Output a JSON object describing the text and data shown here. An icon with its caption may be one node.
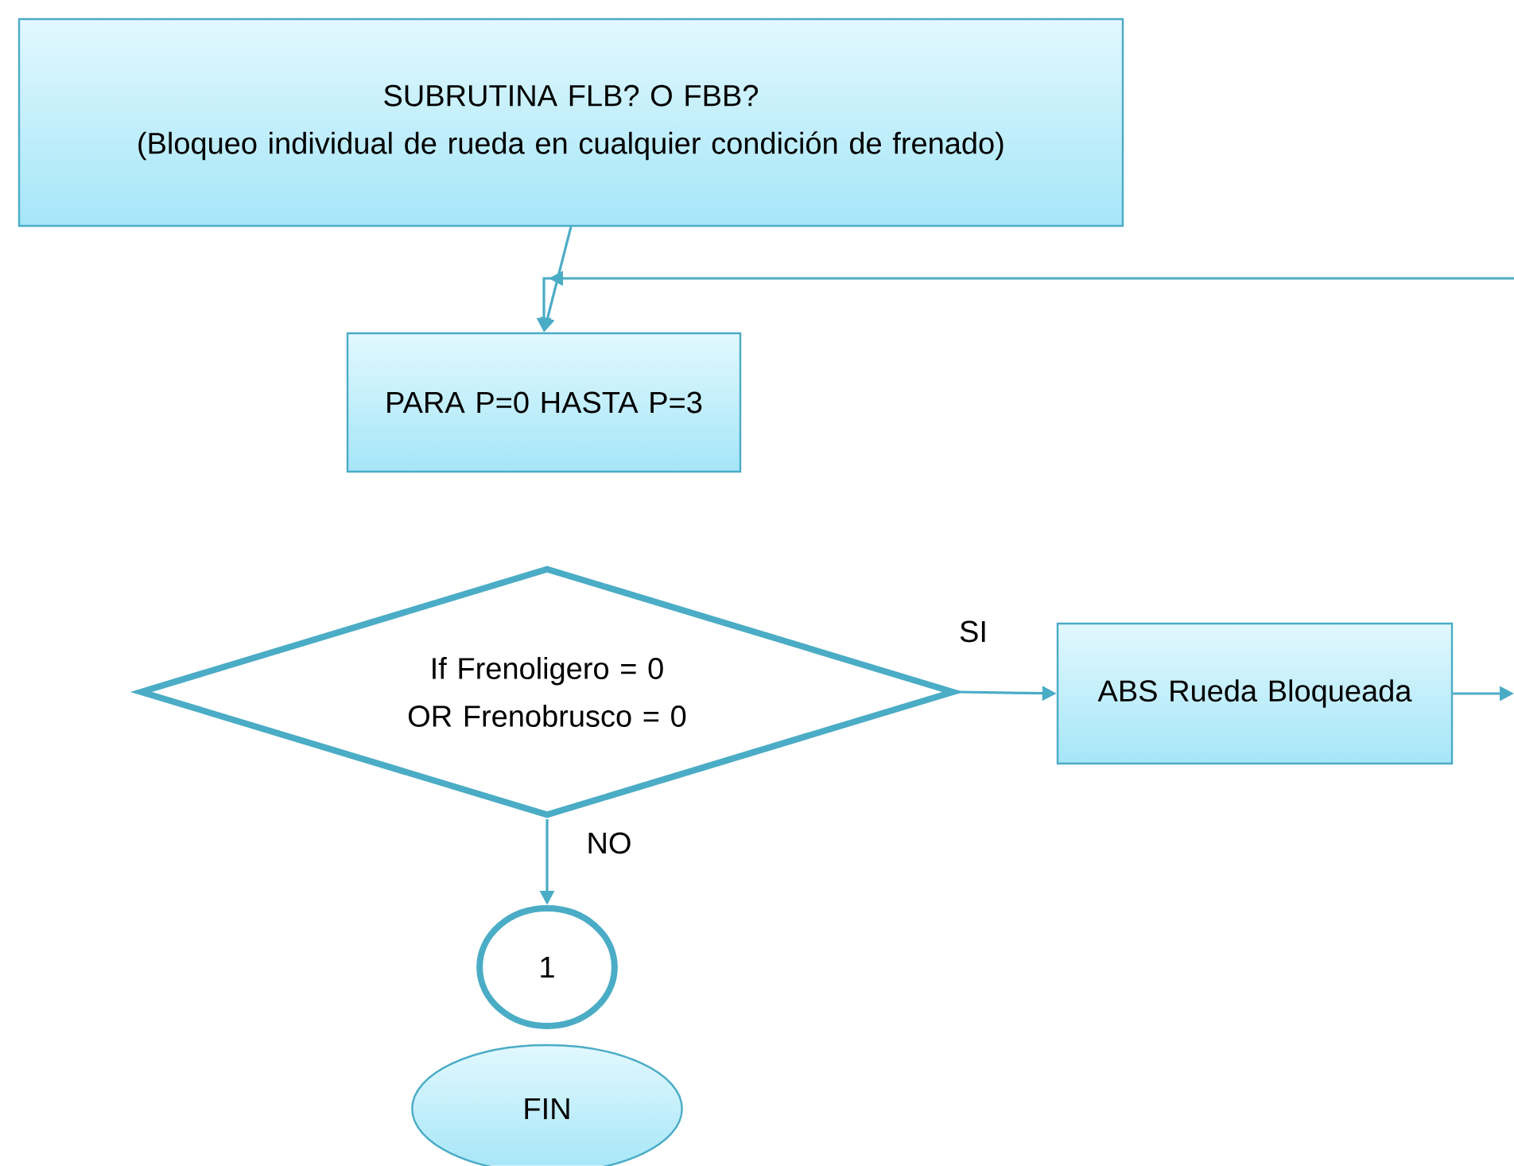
{
  "diagram": {
    "nodes": [
      {
        "text": [
          "SUBRUTINA FLB? O FBB?",
          "(Bloqueo individual de rueda en cualquier condición de frenado)"
        ]
      },
      {
        "text": [
          "PARA P=0 HASTA P=3"
        ]
      },
      {
        "text": [
          "If Frenoligero = 0 OR Frenobrusco = 0"
        ]
      },
      {
        "text": [
          "ABS Rueda Bloqueada"
        ]
      },
      {
        "text": [
          "1"
        ]
      },
      {
        "text": [
          "FIN"
        ]
      }
    ],
    "edges": [
      {
        "from": 0,
        "to": 1,
        "arrow": "to"
      },
      {
        "from": null,
        "to": 1,
        "arrow": "to"
      },
      {
        "from": 2,
        "to": 3,
        "arrow": "to",
        "label": "SI"
      },
      {
        "from": 2,
        "to": 4,
        "arrow": "to",
        "label": "NO"
      },
      {
        "from": 3,
        "to": null,
        "arrow": "to"
      }
    ]
  }
}
